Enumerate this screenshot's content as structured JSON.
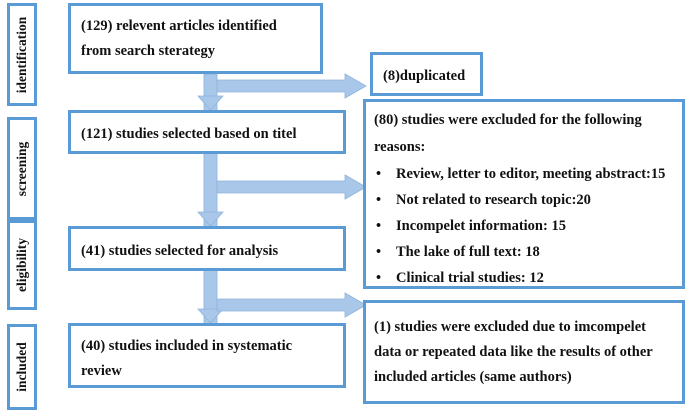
{
  "stages": {
    "identification": "identification",
    "screening": "screening",
    "eligibility": "eligibility",
    "included": "included"
  },
  "boxes": {
    "identified": "(129) relevent articles identified from search sterategy",
    "duplicated": "(8)duplicated",
    "selected_titel": "(121) studies selected based on titel",
    "excluded_header": "(80) studies were excluded for the following reasons:",
    "excluded_reasons": [
      "Review, letter to editor, meeting abstract:15",
      "Not related to research topic:20",
      "Incompelet information: 15",
      "The lake of full text: 18",
      "Clinical trial studies: 12"
    ],
    "selected_analysis": "(41) studies selected for analysis",
    "excluded_one": "(1) studies were excluded due to imcompelet data or repeated data like the results of other included articles (same authors)",
    "included_systematic": "(40) studies included in systematic review"
  },
  "colors": {
    "border": "#5b9bd5",
    "arrow_fill": "#a9c7e8",
    "arrow_stroke": "#8fb3dd"
  }
}
